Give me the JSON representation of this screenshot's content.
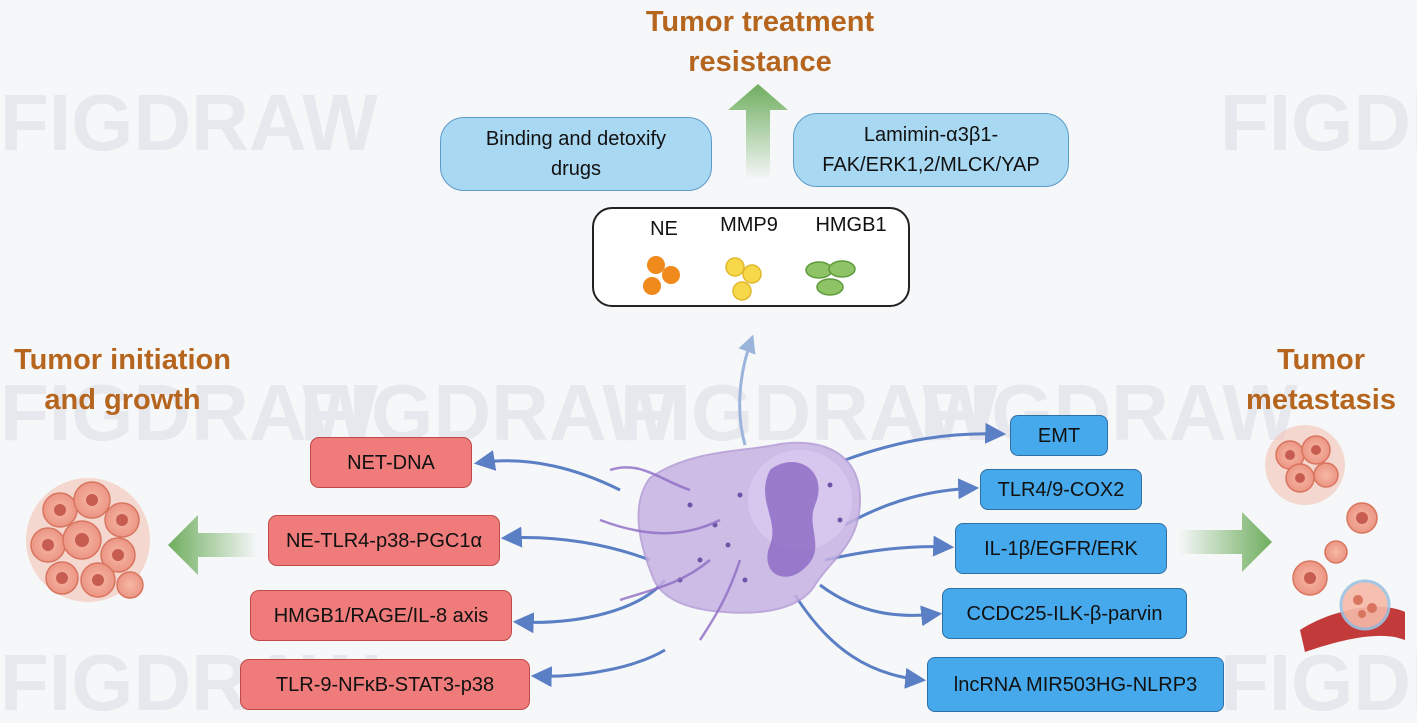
{
  "titles": {
    "resistance": "Tumor treatment\nresistance",
    "initiation": "Tumor initiation\nand growth",
    "metastasis": "Tumor\nmetastasis"
  },
  "resistance_boxes": [
    "Binding and detoxify\ndrugs",
    "Lamimin-α3β1-\nFAK/ERK1,2/MLCK/YAP"
  ],
  "granules": {
    "ne": "NE",
    "mmp9": "MMP9",
    "hmgb1": "HMGB1"
  },
  "initiation_pathways": [
    "NET-DNA",
    "NE-TLR4-p38-PGC1α",
    "HMGB1/RAGE/IL-8 axis",
    "TLR-9-NFκB-STAT3-p38"
  ],
  "metastasis_pathways": [
    "EMT",
    "TLR4/9-COX2",
    "IL-1β/EGFR/ERK",
    "CCDC25-ILK-β-parvin",
    "lncRNA MIR503HG-NLRP3"
  ],
  "watermark": "FIGDRAW",
  "colors": {
    "title": "#b5651d",
    "red_box": "#ef7b7b",
    "blue_box": "#45a9ec",
    "light_blue_box": "#a9d8f2",
    "green_arrow": "#6fae5f",
    "connector": "#5b7fc4",
    "neutrophil": "#b89ad6",
    "ne_granule": "#f08a1c",
    "mmp9_granule": "#f7d84a",
    "hmgb1_granule": "#8ec465"
  }
}
